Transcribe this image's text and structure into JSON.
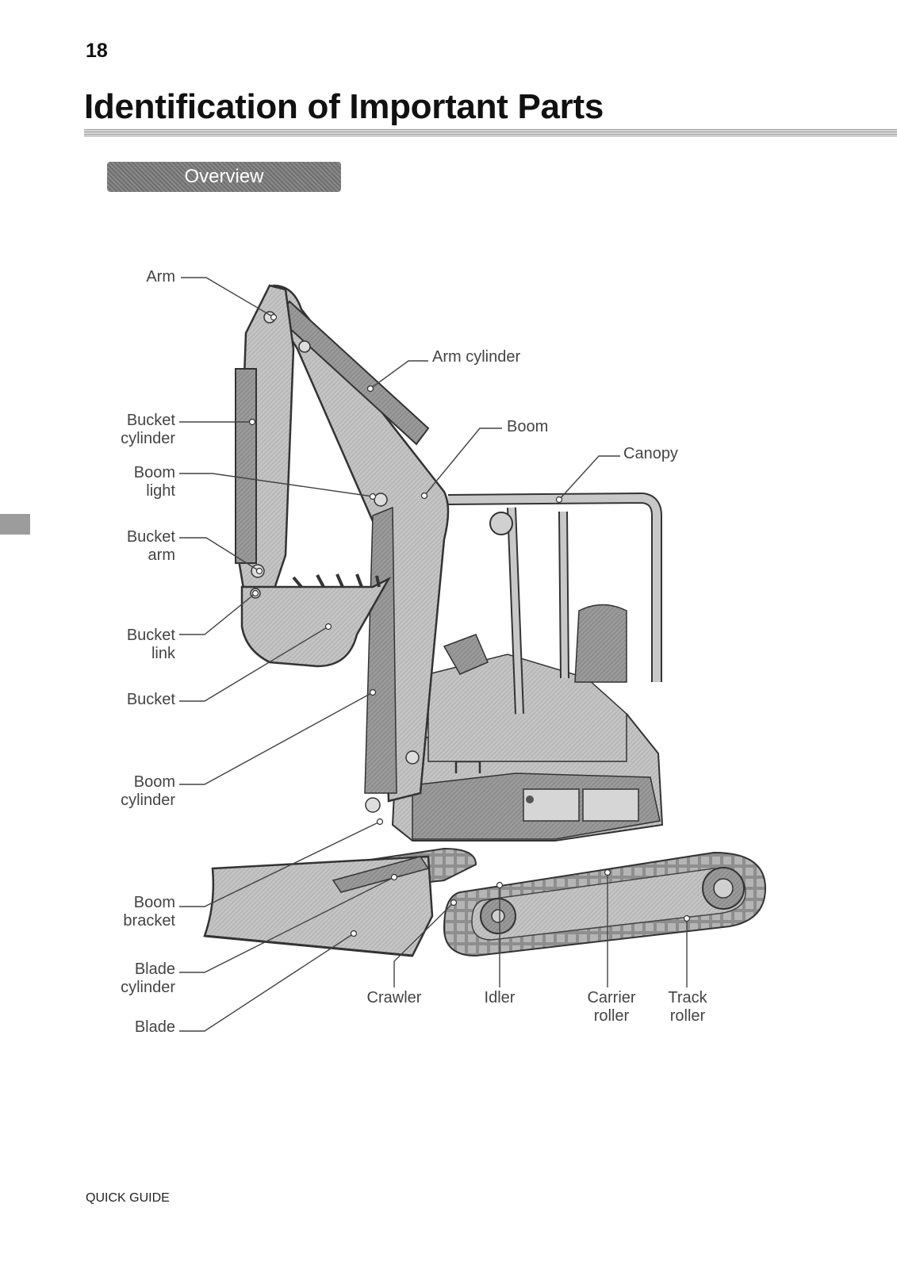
{
  "page": {
    "number": "18",
    "title": "Identification of Important Parts",
    "section": "Overview",
    "footer": "QUICK GUIDE"
  },
  "labels": {
    "arm": [
      "Arm"
    ],
    "arm_cylinder": [
      "Arm cylinder"
    ],
    "boom": [
      "Boom"
    ],
    "canopy": [
      "Canopy"
    ],
    "bucket_cylinder": [
      "Bucket",
      "cylinder"
    ],
    "boom_light": [
      "Boom",
      "light"
    ],
    "bucket_arm": [
      "Bucket",
      "arm"
    ],
    "bucket_link": [
      "Bucket",
      "link"
    ],
    "bucket": [
      "Bucket"
    ],
    "boom_cylinder": [
      "Boom",
      "cylinder"
    ],
    "boom_bracket": [
      "Boom",
      "bracket"
    ],
    "blade_cylinder": [
      "Blade",
      "cylinder"
    ],
    "blade": [
      "Blade"
    ],
    "crawler": [
      "Crawler"
    ],
    "idler": [
      "Idler"
    ],
    "carrier_roller": [
      "Carrier",
      "roller"
    ],
    "track_roller": [
      "Track",
      "roller"
    ]
  },
  "colors": {
    "line": "#444444",
    "machine_fill": "#bdbdbd",
    "machine_dark": "#8c8c8c",
    "tab_bg": "#7a7a7a"
  }
}
